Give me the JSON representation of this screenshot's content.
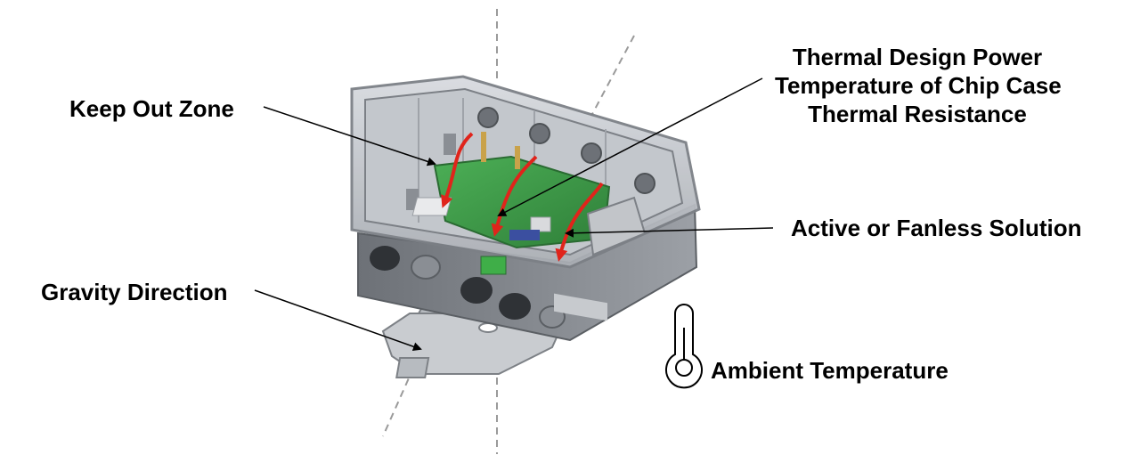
{
  "labels": {
    "keep_out_zone": "Keep Out Zone",
    "gravity_direction": "Gravity Direction",
    "thermal_lines": [
      "Thermal Design Power",
      "Temperature of Chip Case",
      "Thermal Resistance"
    ],
    "active_or_fanless": "Active or Fanless Solution",
    "ambient_temperature": "Ambient Temperature"
  },
  "icons": {
    "thermometer": "thermometer-icon",
    "airflow": "red-airflow-arrows"
  },
  "colors": {
    "enclosure": "#8e9399",
    "board": "#3f9a4a",
    "airflow": "#e0241b",
    "dashed_axis": "#9a9a9a"
  }
}
